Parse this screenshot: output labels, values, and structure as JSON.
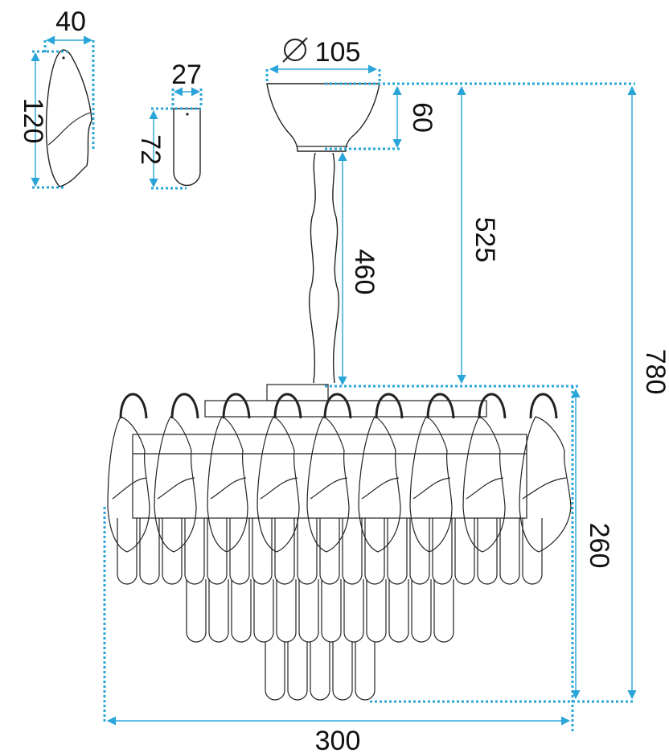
{
  "dimensions": {
    "crystal_leaf_width": "40",
    "crystal_leaf_height": "120",
    "crystal_drop_width": "27",
    "crystal_drop_height": "72",
    "canopy_diameter": "105",
    "canopy_height": "60",
    "rod_length": "460",
    "canopy_to_body": "525",
    "total_height": "780",
    "body_height": "260",
    "body_width": "300"
  },
  "colors": {
    "dimension_line": "#2aa5d9",
    "outline": "#222222",
    "text": "#111111"
  },
  "icons": {
    "diameter_symbol": "diameter-icon"
  }
}
